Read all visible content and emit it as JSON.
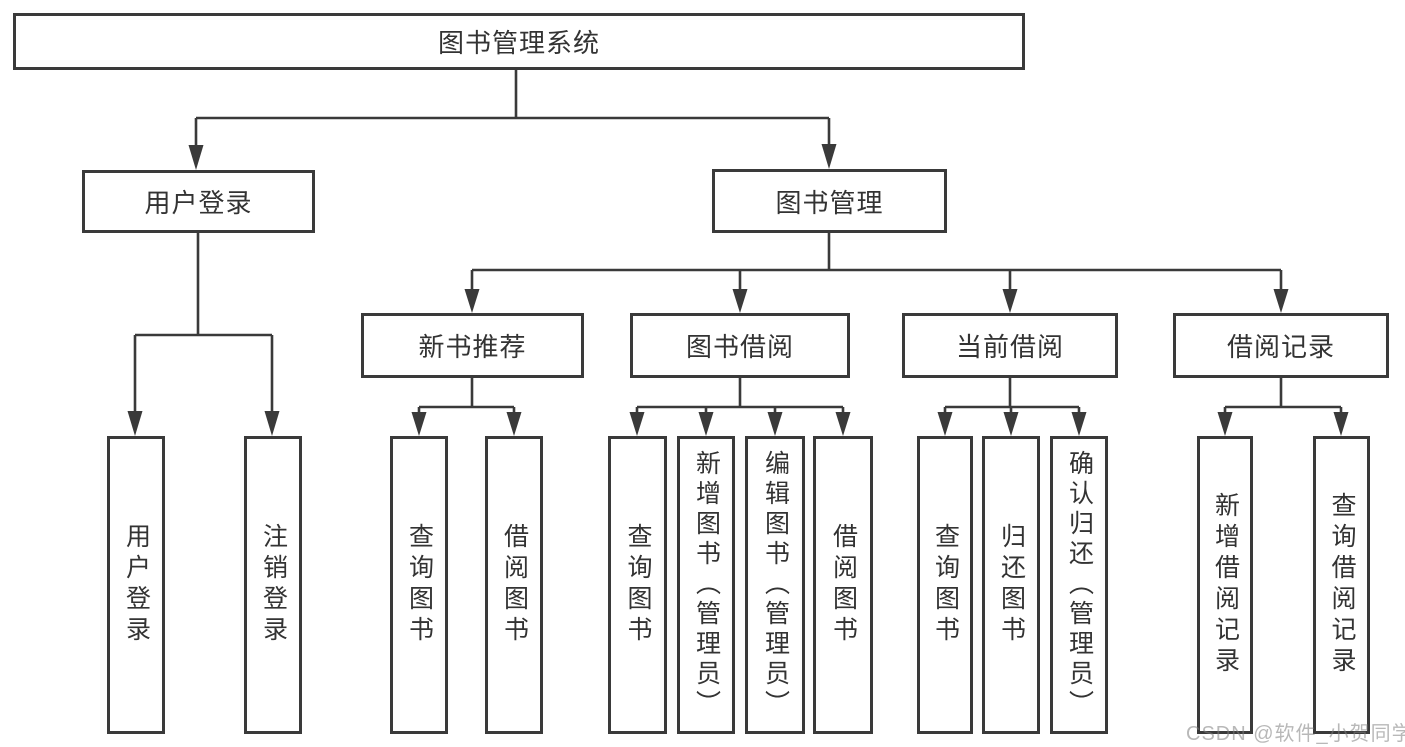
{
  "diagram": {
    "title": "图书管理系统",
    "branches": [
      {
        "label": "用户登录",
        "leaves": [
          "用户登录",
          "注销登录"
        ]
      },
      {
        "label": "图书管理",
        "children": [
          {
            "label": "新书推荐",
            "leaves": [
              "查询图书",
              "借阅图书"
            ]
          },
          {
            "label": "图书借阅",
            "leaves": [
              "查询图书",
              "新增图书（管理员）",
              "编辑图书（管理员）",
              "借阅图书"
            ]
          },
          {
            "label": "当前借阅",
            "leaves": [
              "查询图书",
              "归还图书",
              "确认归还（管理员）"
            ]
          },
          {
            "label": "借阅记录",
            "leaves": [
              "新增借阅记录",
              "查询借阅记录"
            ]
          }
        ]
      }
    ]
  },
  "watermark": "CSDN @软件_小贺同学",
  "colors": {
    "line": "#3a3a3a",
    "text": "#333333",
    "background": "#ffffff",
    "watermark": "#b0b0b0"
  }
}
